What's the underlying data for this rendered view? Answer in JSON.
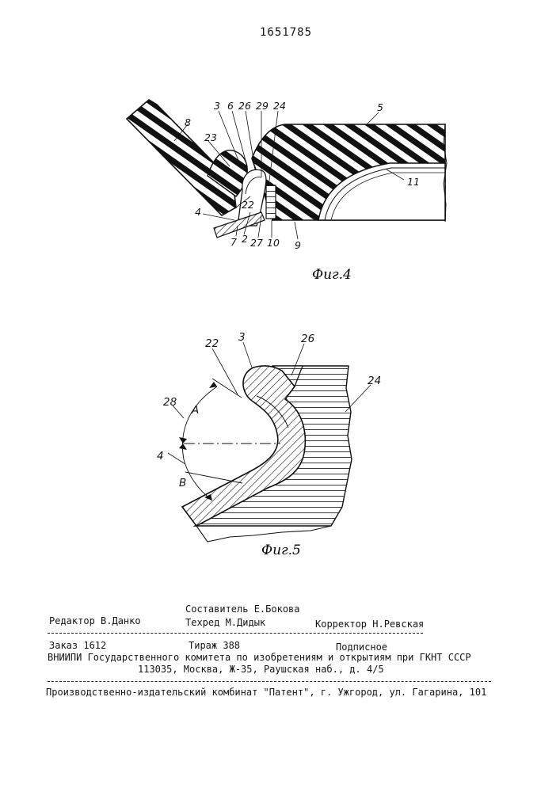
{
  "page_number": "1651785",
  "figures": {
    "fig4": {
      "caption": "Фиг.4",
      "labels": {
        "l3": "3",
        "l6": "6",
        "l26": "26",
        "l29": "29",
        "l24": "24",
        "l5": "5",
        "l8": "8",
        "l23": "23",
        "l11": "11",
        "l22": "22",
        "l4": "4",
        "l7": "7",
        "l2": "2",
        "l27": "27",
        "l10": "10",
        "l9": "9"
      }
    },
    "fig5": {
      "caption": "Фиг.5",
      "labels": {
        "l22": "22",
        "l3": "3",
        "l26": "26",
        "l24": "24",
        "l28": "28",
        "lA": "A",
        "l4": "4",
        "lB": "В"
      }
    }
  },
  "imprint": {
    "compiler": "Составитель Е.Бокова",
    "editor": "Редактор В.Данко",
    "techred": "Техред М.Дидык",
    "corrector": "Корректор Н.Ревская",
    "order": "Заказ 1612",
    "circulation": "Тираж 388",
    "subscription": "Подписное",
    "institute": "ВНИИПИ Государственного комитета по изобретениям и открытиям при ГКНТ СССР",
    "address": "113035, Москва, Ж-35, Раушская наб., д. 4/5",
    "publisher": "Производственно-издательский комбинат \"Патент\", г. Ужгород, ул. Гагарина, 101"
  }
}
